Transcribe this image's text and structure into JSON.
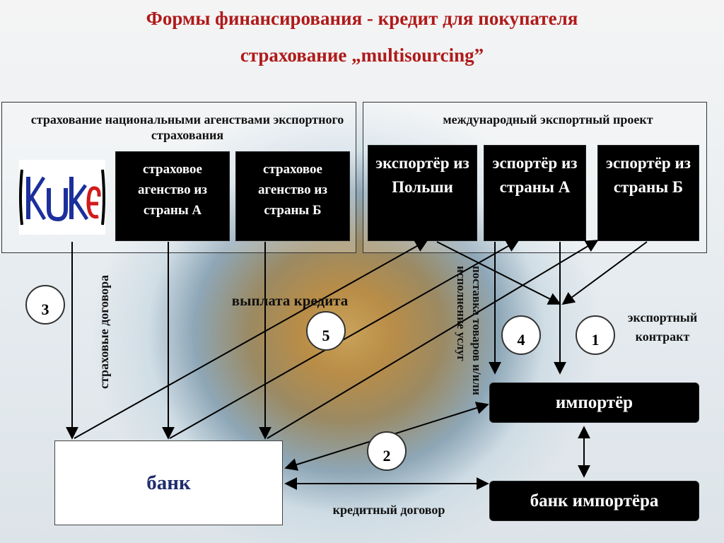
{
  "title": {
    "line1": "Формы финансирования  - кредит для покупателя",
    "line2": "страхование „multisourcing”"
  },
  "left_panel": {
    "caption": "страхование национальными агенствами экспортного страхования",
    "logo_text": "KUKE",
    "agencies": [
      "страховое агенство из страны А",
      "страховое агенство из страны Б"
    ]
  },
  "right_panel": {
    "caption": "международный экспортный проект",
    "exporters": [
      "экспортёр из Польши",
      "эспортёр из страны А",
      "эспортёр из страны Б"
    ]
  },
  "bank": "банк",
  "importer": "импортёр",
  "importer_bank": "банк импортёра",
  "labels": {
    "insurance_contracts": "страховые договора",
    "credit_payment": "выплата кредита",
    "delivery": "поставка товаров и/или исполнение услуг",
    "export_contract": "экспортный контракт",
    "credit_contract": "кредитный договор"
  },
  "steps": [
    "1",
    "2",
    "3",
    "4",
    "5"
  ],
  "colors": {
    "title": "#b01a1a",
    "box": "#000000",
    "bank_text": "#1f2d6e",
    "logo_blue": "#1c2f9c",
    "logo_red": "#d11a1a"
  }
}
